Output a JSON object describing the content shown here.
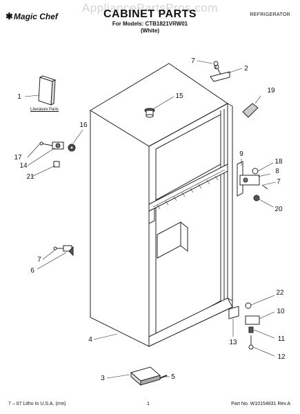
{
  "header": {
    "watermark": "AppliancePartsPros.com",
    "brand": "Magic Chef",
    "brand_icon": "star-icon",
    "title": "CABINET PARTS",
    "models_line": "For Models: CTB1821VRW01",
    "color_line": "(White)",
    "category": "REFRIGERATOR"
  },
  "diagram": {
    "literature_label": "Literature Parts",
    "callouts": [
      "1",
      "2",
      "3",
      "4",
      "5",
      "6",
      "7",
      "7",
      "7",
      "8",
      "9",
      "10",
      "11",
      "12",
      "13",
      "14",
      "15",
      "16",
      "17",
      "18",
      "19",
      "20",
      "21",
      "22"
    ]
  },
  "footer": {
    "left": "7 – 07 Litho In U.S.A. (rrm)",
    "page": "1",
    "right": "Part No. W10154831 Rev.A"
  }
}
